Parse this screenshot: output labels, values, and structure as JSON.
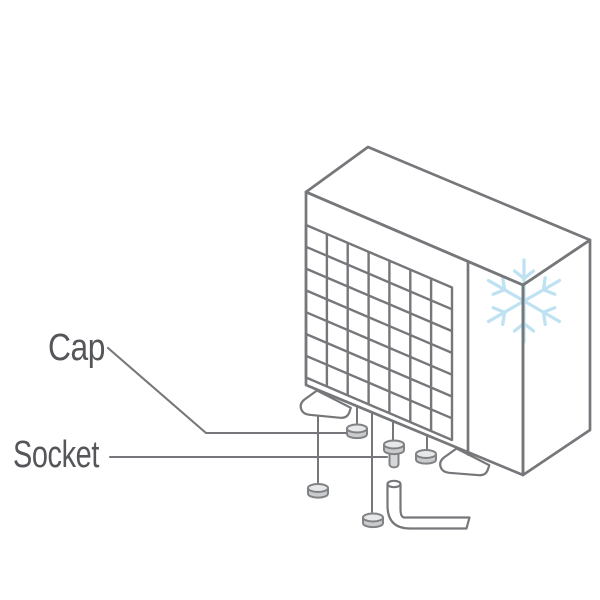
{
  "figure": {
    "type": "technical-diagram",
    "subject": "Air conditioner outdoor unit — pipe port caps and socket",
    "callouts": {
      "cap": {
        "label": "Cap"
      },
      "socket": {
        "label": "Socket"
      }
    },
    "icons": [
      {
        "name": "snowflake-icon"
      }
    ],
    "parts": [
      "outdoor-unit",
      "front-grille",
      "panel-divider",
      "mounting-foot-left",
      "mounting-foot-right",
      "service-cap",
      "socket-bolt",
      "port-cap",
      "elbow-pipe"
    ]
  },
  "colors": {
    "background": "#ffffff",
    "line": "#76777a",
    "line_soft": "#818285",
    "label_text": "#55565a",
    "snowflake": "#bfe2f3",
    "face_fill": "#ffffff",
    "cap_body": "#c9cbcd",
    "cap_top": "#e7e8e9",
    "stem_fill": "#d6d7d8"
  }
}
